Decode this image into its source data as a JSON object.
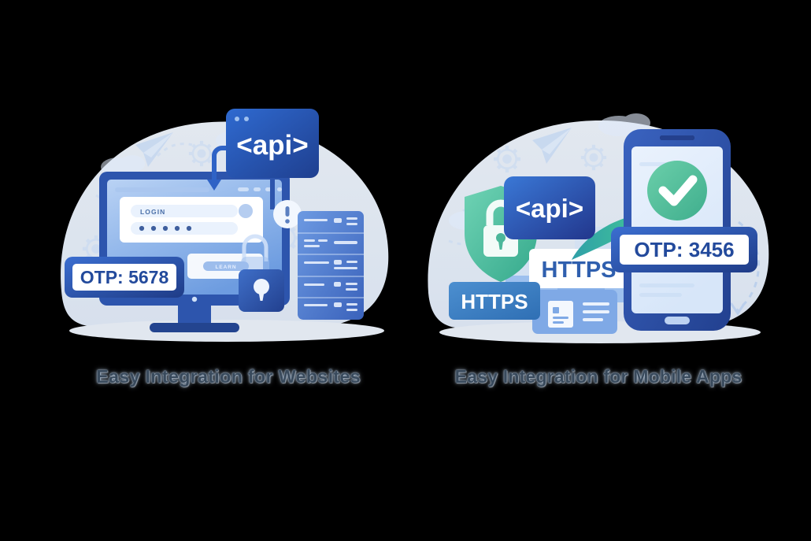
{
  "page": {
    "background_color": "#000000",
    "caption_color": "#394a5c"
  },
  "panels": [
    {
      "id": "websites",
      "caption": "Easy Integration for Websites",
      "illustration_name": "website-integration-illustration",
      "blob_color": "#eaf1fb",
      "elements": {
        "api_card_label": "<api>",
        "api_card_color": "#2b62c4",
        "browser_login_label": "LOGIN",
        "browser_password_mask": "✱ ✱ ✱ ✱ ✱",
        "browser_button_label": "LEARN",
        "otp_badge_label": "OTP: 5678",
        "otp_badge_bg": "#2d55ad",
        "otp_badge_text_color": "#234a9c",
        "padlock_name": "padlock-icon",
        "alert_name": "alert-icon",
        "server_rack_units": 5,
        "arrow_color": "#2f63c6"
      }
    },
    {
      "id": "mobile-apps",
      "caption": "Easy Integration for Mobile Apps",
      "illustration_name": "mobile-integration-illustration",
      "blob_color": "#eaf1fb",
      "elements": {
        "api_card_label": "<api>",
        "api_card_color": "#2b5fc0",
        "https_badge_solid_label": "HTTPS",
        "https_badge_solid_bg": "#3a7ec0",
        "https_badge_light_label": "HTTPS",
        "https_badge_light_text_color": "#2f5fae",
        "shield_lock_name": "shield-lock-icon",
        "shield_color": "#4fbfa0",
        "check_badge_name": "check-circle-icon",
        "check_color": "#52c09b",
        "otp_badge_label": "OTP: 3456",
        "otp_badge_bg": "#2d55ad",
        "otp_badge_text_color": "#234a9c",
        "phone_frame_color": "#2b4fa8",
        "arrow_color": "#3eaf96"
      }
    }
  ]
}
